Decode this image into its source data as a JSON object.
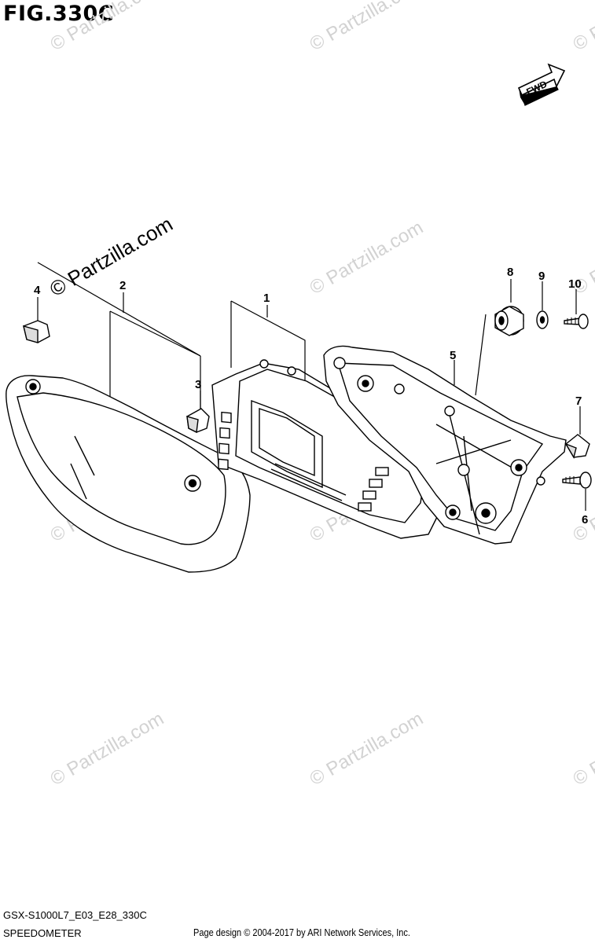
{
  "figure": {
    "title": "FIG.330C",
    "fwd_label": "FWD"
  },
  "watermark": {
    "text": "© Partzilla.com"
  },
  "callouts": [
    {
      "id": "1",
      "label": "1"
    },
    {
      "id": "2",
      "label": "2"
    },
    {
      "id": "3",
      "label": "3"
    },
    {
      "id": "4",
      "label": "4"
    },
    {
      "id": "5",
      "label": "5"
    },
    {
      "id": "6",
      "label": "6"
    },
    {
      "id": "7",
      "label": "7"
    },
    {
      "id": "8",
      "label": "8"
    },
    {
      "id": "9",
      "label": "9"
    },
    {
      "id": "10",
      "label": "10"
    }
  ],
  "footer": {
    "model_code": "GSX-S1000L7_E03_E28_330C",
    "section_name": "SPEEDOMETER",
    "copyright": "Page design © 2004-2017 by ARI Network Services, Inc."
  }
}
